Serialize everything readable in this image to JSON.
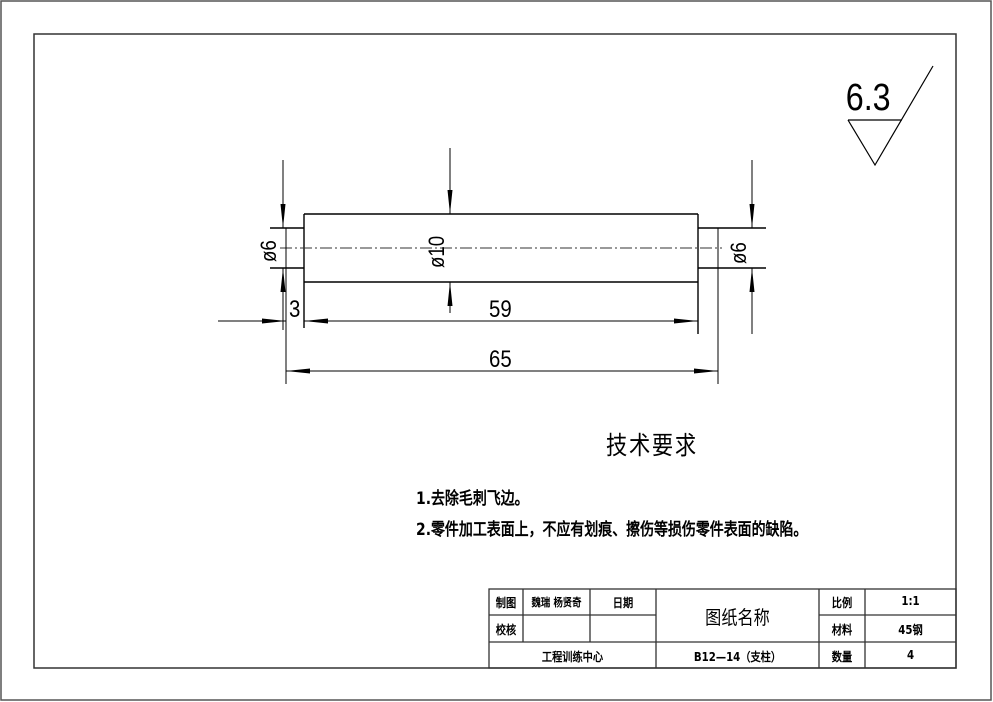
{
  "drawing": {
    "surface_roughness": "6.3",
    "dimensions": {
      "left_stub_diameter": "ø6",
      "body_diameter": "ø10",
      "right_stub_diameter": "ø6",
      "left_stub_length": "3",
      "body_length": "59",
      "overall_length": "65"
    }
  },
  "technical_requirements": {
    "title": "技术要求",
    "items": [
      "1.去除毛刺飞边。",
      "2.零件加工表面上，不应有划痕、擦伤等损伤零件表面的缺陷。"
    ]
  },
  "title_block": {
    "drawn_by_label": "制图",
    "drawn_by": "魏瑞 杨贤奇",
    "date_label": "日期",
    "checked_label": "校核",
    "organization": "工程训练中心",
    "drawing_name": "图纸名称",
    "drawing_number": "B12—14（支柱）",
    "scale_label": "比例",
    "scale": "1:1",
    "material_label": "材料",
    "material": "45钢",
    "quantity_label": "数量",
    "quantity": "4"
  }
}
